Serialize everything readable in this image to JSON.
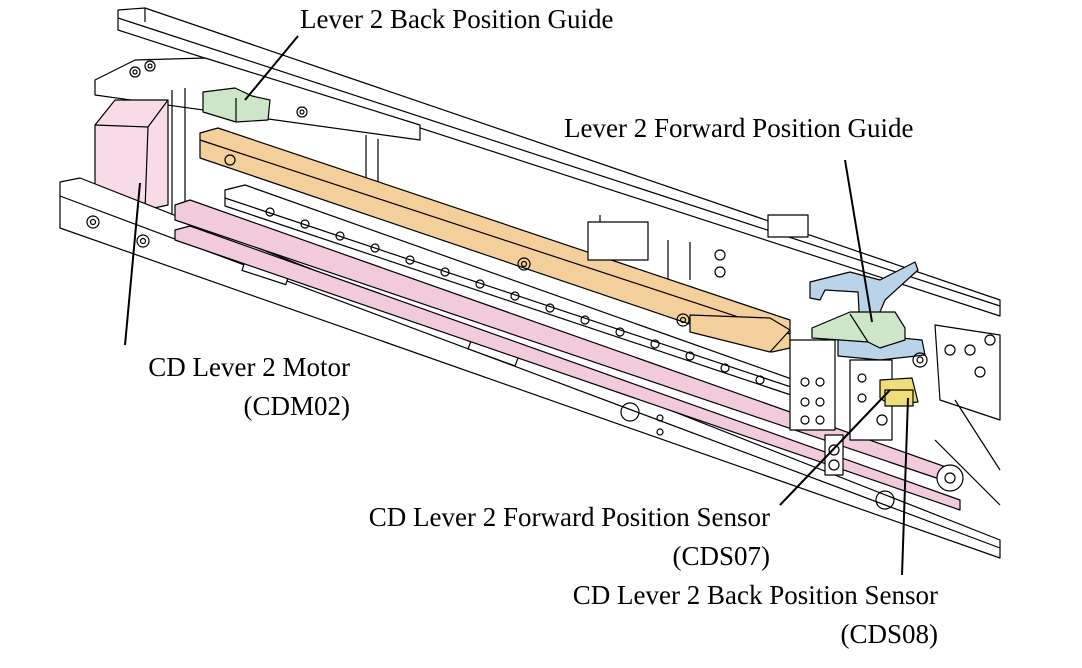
{
  "labels": {
    "back_guide": "Lever 2 Back Position Guide",
    "forward_guide": "Lever 2 Forward Position Guide",
    "motor_name": "CD Lever 2 Motor",
    "motor_code": "(CDM02)",
    "forward_sensor_name": "CD Lever 2 Forward Position Sensor",
    "forward_sensor_code": "(CDS07)",
    "back_sensor_name": "CD Lever 2 Back Position Sensor",
    "back_sensor_code": "(CDS08)"
  },
  "colors": {
    "motor": "#f9dbe7",
    "guide": "#cde6c8",
    "lever_bar": "#f3cf9c",
    "belt": "#f1cbdc",
    "bracket": "#b9d4e9",
    "sensor": "#f0dc78",
    "line": "#000000"
  }
}
